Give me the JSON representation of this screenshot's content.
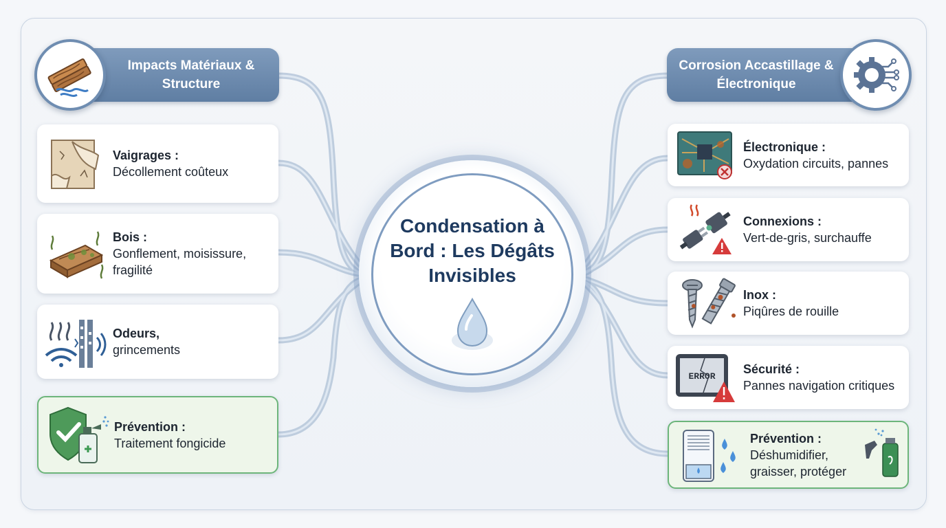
{
  "central": {
    "title": "Condensation à Bord : Les Dégâts Invisibles"
  },
  "left": {
    "header": "Impacts Matériaux & Structure",
    "items": [
      {
        "title": "Vaigrages :",
        "desc": "Décollement coûteux",
        "icon": "peeling-panel-icon"
      },
      {
        "title": "Bois :",
        "desc": "Gonflement, moisissure, fragilité",
        "icon": "moldy-wood-icon"
      },
      {
        "title": "Odeurs,",
        "desc": "grincements",
        "icon": "odor-creak-icon"
      },
      {
        "title": "Prévention :",
        "desc": "Traitement fongicide",
        "icon": "shield-spray-icon"
      }
    ]
  },
  "right": {
    "header": "Corrosion Accastillage & Électronique",
    "items": [
      {
        "title": "Électronique :",
        "desc": "Oxydation circuits, pannes",
        "icon": "circuit-board-icon"
      },
      {
        "title": "Connexions :",
        "desc": "Vert-de-gris, surchauffe",
        "icon": "plug-warning-icon"
      },
      {
        "title": "Inox :",
        "desc": "Piqûres de rouille",
        "icon": "rusty-screws-icon"
      },
      {
        "title": "Sécurité :",
        "desc": "Pannes navigation critiques",
        "icon": "error-screen-icon",
        "screen_text": "ERROR"
      },
      {
        "title": "Prévention :",
        "desc": "Déshumidifier, graisser, protéger",
        "icon": "dehumidifier-spray-icon"
      }
    ]
  },
  "colors": {
    "header": "#6a88ac",
    "title": "#1e3a5f",
    "prevention_border": "#6cb57a",
    "prevention_bg": "#eef6ea"
  }
}
